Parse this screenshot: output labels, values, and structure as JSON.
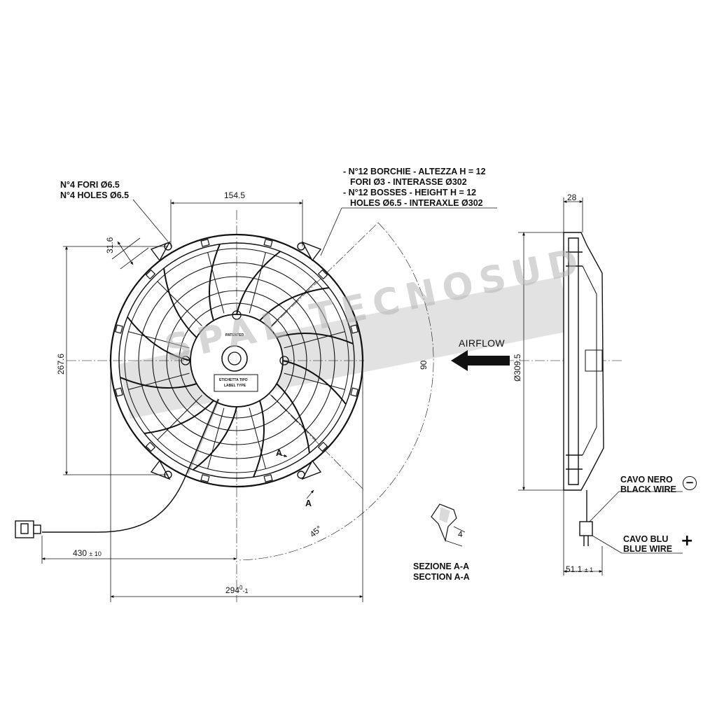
{
  "labels": {
    "holes_it": "N°4 FORI Ø6.5",
    "holes_en": "N°4 HOLES Ø6.5",
    "bosses_it_1": "- N°12 BORCHIE - ALTEZZA H = 12",
    "bosses_it_2": "FORI Ø3 - INTERASSE Ø302",
    "bosses_en_1": "- N°12 BOSSES - HEIGHT H = 12",
    "bosses_en_2": "HOLES Ø6.5 - INTERAXLE Ø302",
    "airflow": "AIRFLOW",
    "section_it": "SEZIONE A-A",
    "section_en": "SECTION A-A",
    "black_wire_it": "CAVO NERO",
    "black_wire_en": "BLACK WIRE",
    "blue_wire_it": "CAVO BLU",
    "blue_wire_en": "BLUE WIRE",
    "minus": "−",
    "plus": "+",
    "patented": "PATENTED",
    "label_type_it": "ETICHETTA TIPO",
    "label_type_en": "LABEL TYPE",
    "section_mark_a1": "A",
    "section_mark_a2": "A",
    "watermark": "SPAL TECNOSUD"
  },
  "dimensions": {
    "top_width": "154.5",
    "slot": "31.6",
    "height_left": "267.6",
    "overall_width": "294",
    "overall_width_tol_up": "0",
    "overall_width_tol_low": "-1",
    "cable_length": "430",
    "cable_tol": "± 10",
    "angle_90": "90",
    "angle_45": "45°",
    "diameter": "Ø309.5",
    "depth": "28",
    "side_depth": "51.1",
    "side_depth_tol": "± 1",
    "section_thickness": "4"
  },
  "colors": {
    "line": "#111111",
    "watermark": "#c8c8c8"
  }
}
